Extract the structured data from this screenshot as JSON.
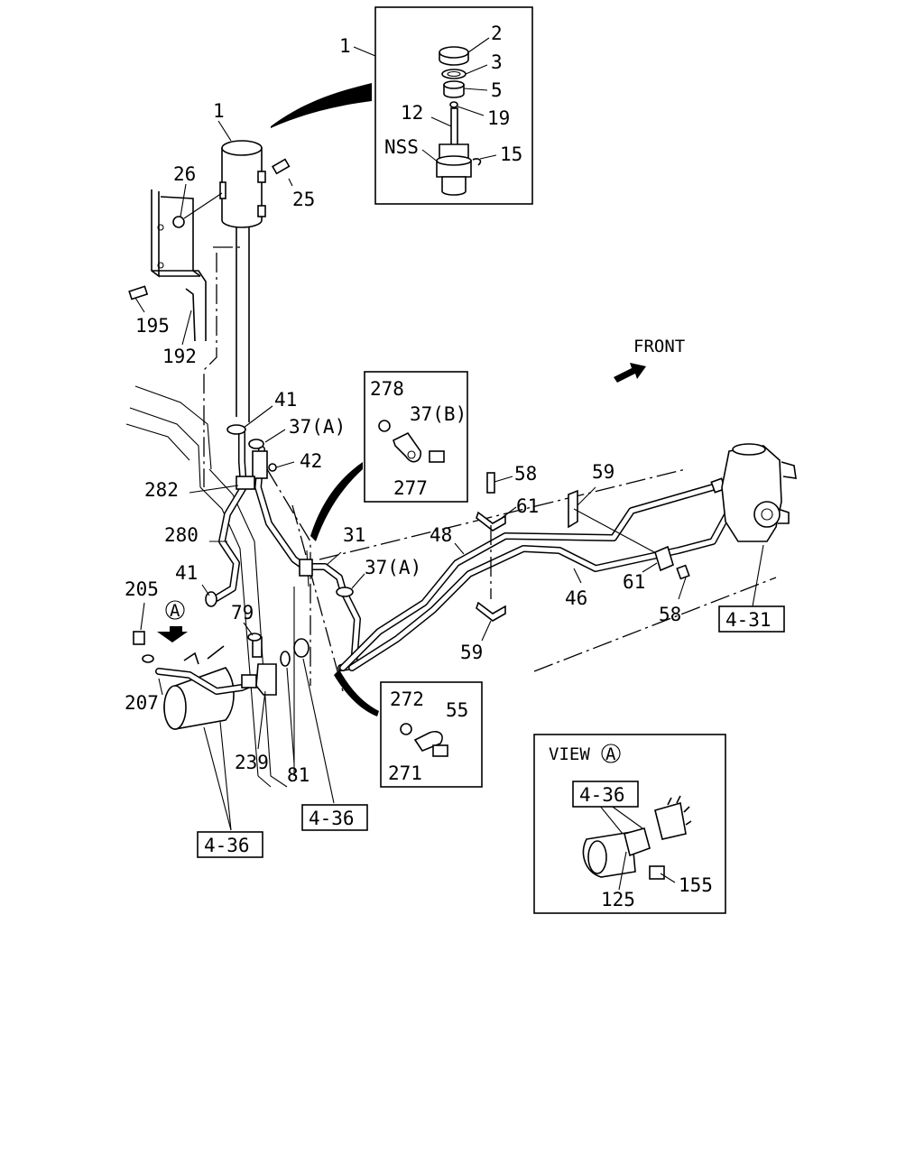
{
  "callouts": {
    "c1_top": "1",
    "c2": "2",
    "c3": "3",
    "c5": "5",
    "c12": "12",
    "c19": "19",
    "nss": "NSS",
    "c15": "15",
    "c1": "1",
    "c26": "26",
    "c25": "25",
    "c195": "195",
    "c192": "192",
    "front": "FRONT",
    "c278": "278",
    "c37b": "37(B)",
    "c277": "277",
    "c41_top": "41",
    "c37a_top": "37(A)",
    "c42": "42",
    "c282": "282",
    "c280": "280",
    "c31": "31",
    "c37a_mid": "37(A)",
    "c48": "48",
    "c58_top": "58",
    "c61_top": "61",
    "c59_top": "59",
    "c41_low": "41",
    "c205": "205",
    "view_a_marker": "A",
    "c79": "79",
    "c46": "46",
    "c61_low": "61",
    "c58_low": "58",
    "c59_low": "59",
    "c207": "207",
    "c239": "239",
    "c81": "81",
    "c272": "272",
    "c55": "55",
    "c271": "271",
    "view_label": "VIEW",
    "view_letter": "A",
    "c125": "125",
    "c155": "155"
  },
  "ref_boxes": {
    "r431": "4-31",
    "r436_view": "4-36",
    "r436_mid": "4-36",
    "r436_low": "4-36"
  },
  "icons": {
    "front_arrow": "front-direction-arrow-icon",
    "view_arrow": "view-direction-arrow-icon"
  }
}
